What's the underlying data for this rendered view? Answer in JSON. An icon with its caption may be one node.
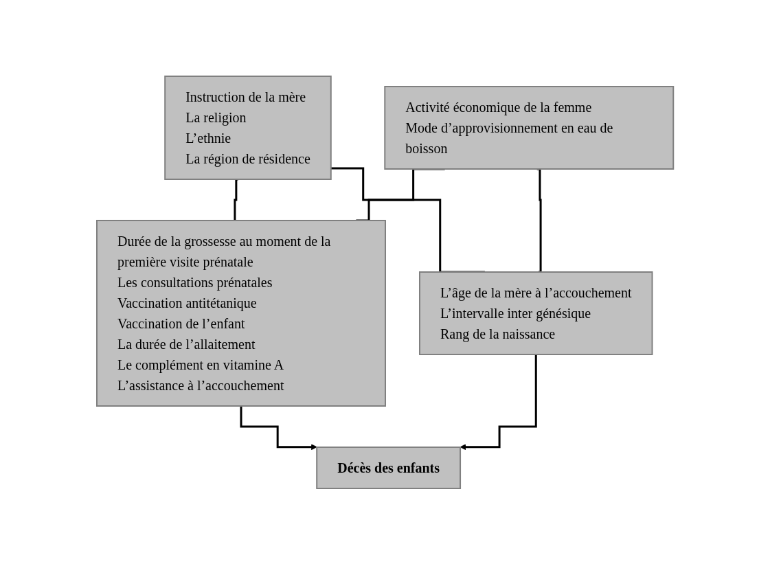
{
  "diagram": {
    "nodes": [
      {
        "text": [
          "Instruction de la mère",
          "La religion",
          "L’ethnie",
          "La région de résidence"
        ]
      },
      {
        "text": [
          "Activité économique de la femme",
          "Mode d’approvisionnement en eau de boisson"
        ]
      },
      {
        "text": [
          "Durée de la grossesse au moment de la première visite prénatale",
          "Les consultations prénatales",
          "Vaccination antitétanique",
          "Vaccination de l’enfant",
          "La durée de l’allaitement",
          "Le complément en vitamine A",
          "L’assistance à l’accouchement"
        ]
      },
      {
        "text": [
          "L’âge de la mère à l’accouchement",
          "L’intervalle inter génésique",
          "Rang de la naissance"
        ]
      },
      {
        "text": [
          "Décès des enfants"
        ]
      }
    ],
    "edges": [
      {
        "from": 0,
        "to": 2,
        "arrow": "none"
      },
      {
        "from": 0,
        "to": 3,
        "arrow": "none"
      },
      {
        "from": 1,
        "to": 2,
        "arrow": "none"
      },
      {
        "from": 1,
        "to": 3,
        "arrow": "none"
      },
      {
        "from": 2,
        "to": 4,
        "arrow": "to"
      },
      {
        "from": 3,
        "to": 4,
        "arrow": "to"
      }
    ]
  }
}
